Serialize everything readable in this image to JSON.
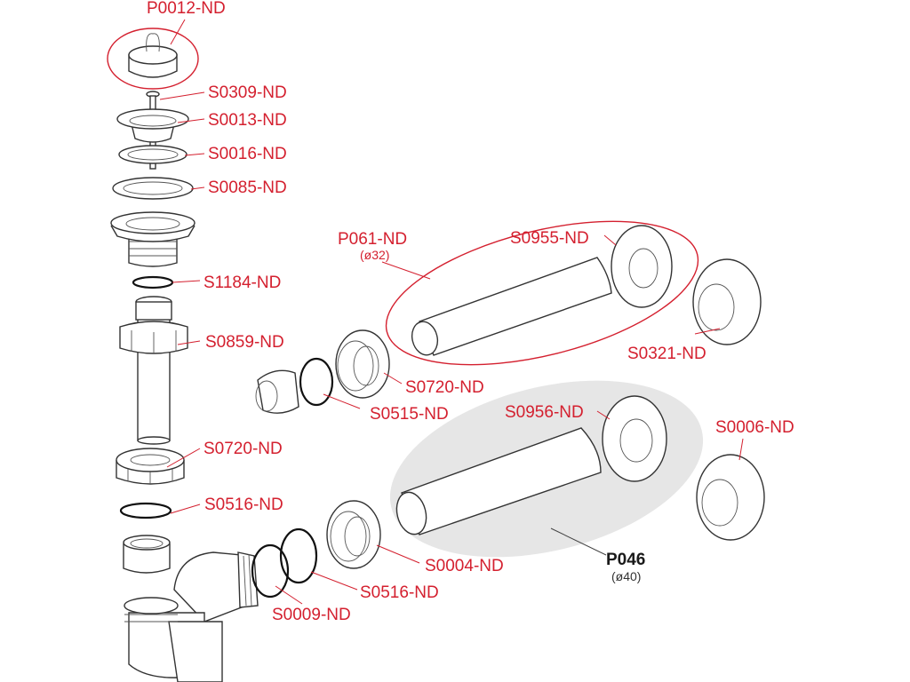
{
  "diagram": {
    "type": "exploded-parts-diagram",
    "colors": {
      "label": "#d4202f",
      "highlight_fill": "#e6e6e6",
      "line": "#333333"
    },
    "labels": {
      "p0012": "P0012-ND",
      "s0309": "S0309-ND",
      "s0013": "S0013-ND",
      "s0016": "S0016-ND",
      "s0085": "S0085-ND",
      "s1184": "S1184-ND",
      "s0859": "S0859-ND",
      "s0720_left": "S0720-ND",
      "s0516_left": "S0516-ND",
      "p061": "P061-ND",
      "p061_dia": "(ø32)",
      "s0955": "S0955-ND",
      "s0321": "S0321-ND",
      "s0720_mid": "S0720-ND",
      "s0515": "S0515-ND",
      "s0956": "S0956-ND",
      "s0006": "S0006-ND",
      "p046": "P046",
      "p046_dia": "(ø40)",
      "s0004": "S0004-ND",
      "s0516_bottom": "S0516-ND",
      "s0009": "S0009-ND"
    }
  }
}
